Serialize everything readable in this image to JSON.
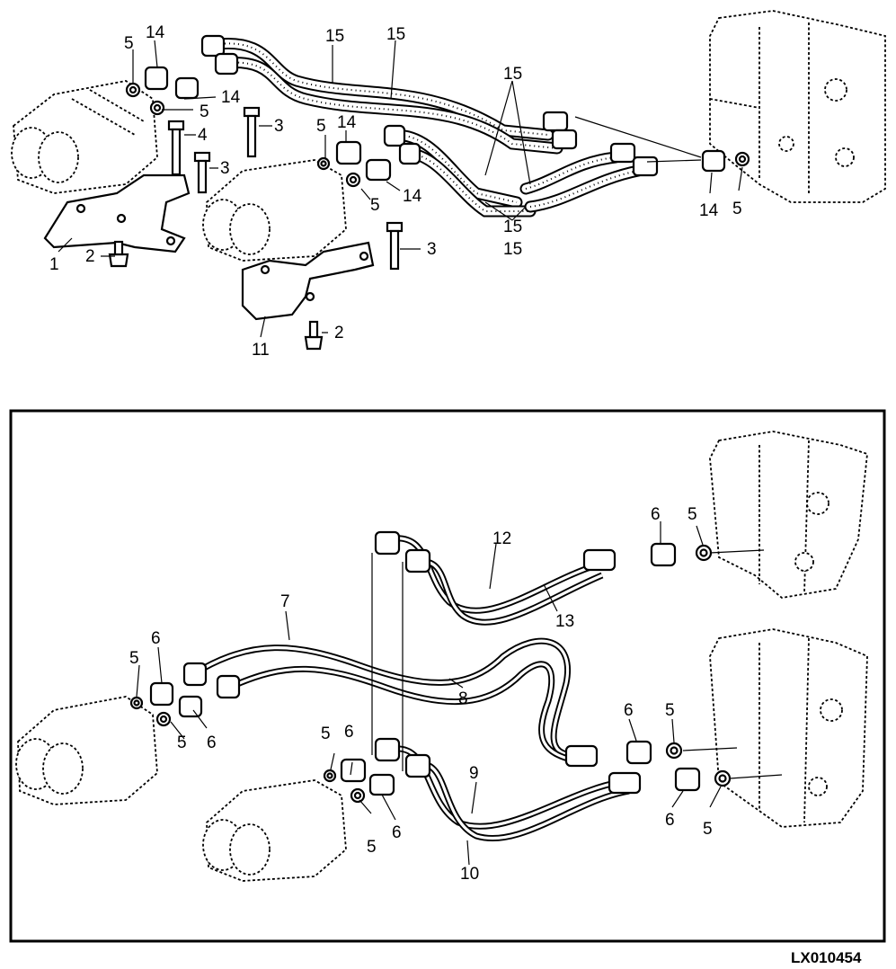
{
  "figure_id": "LX010454",
  "top_callouts": [
    "14",
    "5",
    "5",
    "14",
    "4",
    "3",
    "3",
    "5",
    "14",
    "5",
    "14",
    "15",
    "15",
    "15",
    "15",
    "15",
    "14",
    "5",
    "1",
    "2",
    "11",
    "2",
    "3"
  ],
  "bottom_callouts": [
    "6",
    "5",
    "5",
    "6",
    "7",
    "8",
    "12",
    "13",
    "6",
    "5",
    "5",
    "6",
    "6",
    "5",
    "9",
    "10",
    "6",
    "5",
    "6",
    "5"
  ]
}
